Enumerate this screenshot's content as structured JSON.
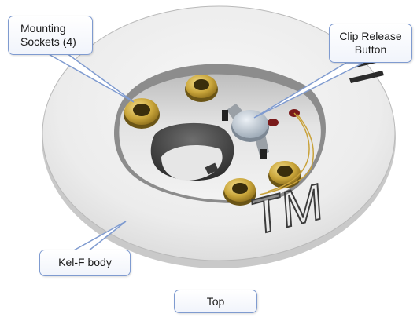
{
  "callouts": {
    "mounting_sockets": {
      "line1": "Mounting",
      "line2": "Sockets (4)"
    },
    "clip_release": {
      "line1": "Clip Release",
      "line2": "Button"
    },
    "body": "Kel-F body",
    "view": "Top"
  },
  "engraving": "TM",
  "colors": {
    "disc": "#efefef",
    "socket_gold": "#c9a53a",
    "callout_border": "#7f9bd0"
  }
}
